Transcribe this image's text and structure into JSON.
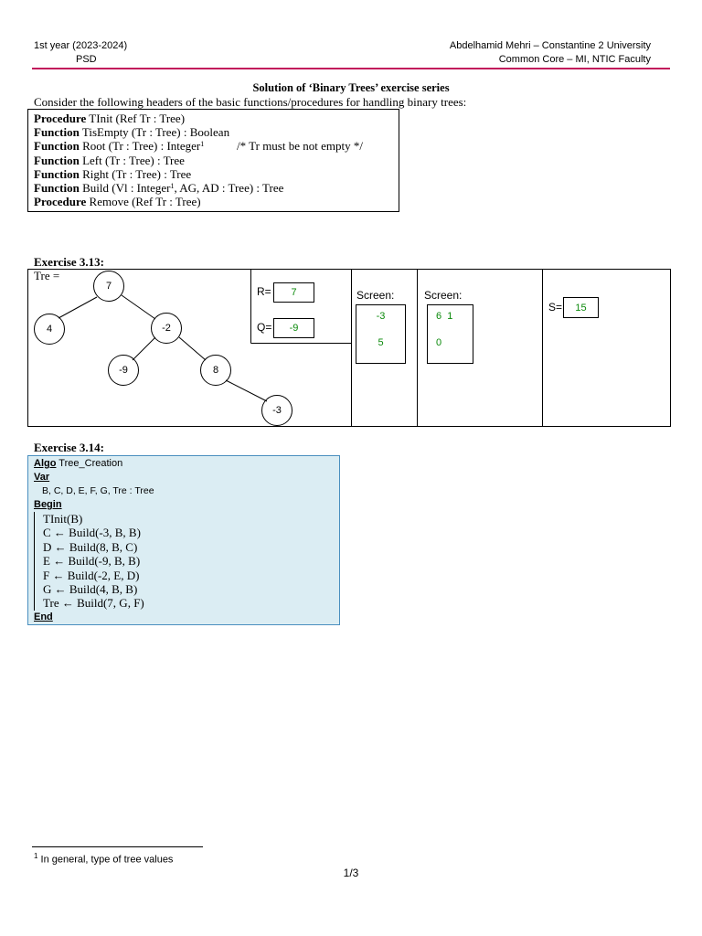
{
  "header": {
    "left_line1": "1st year (2023-2024)",
    "left_line2": "PSD",
    "right_line1": "Abdelhamid Mehri – Constantine 2 University",
    "right_line2": "Common Core – MI, NTIC Faculty"
  },
  "title": "Solution of ‘Binary Trees’ exercise series",
  "intro": "Consider the following headers of the basic functions/procedures for handling binary trees:",
  "headers": [
    {
      "kw": "Procedure",
      "text": " TInit (Ref Tr : Tree)",
      "sup": "",
      "after": ""
    },
    {
      "kw": "Function",
      "text": " TisEmpty (Tr : Tree) : Boolean",
      "sup": "",
      "after": ""
    },
    {
      "kw": "Function",
      "text": " Root (Tr : Tree) : Integer",
      "sup": "1",
      "after": "           /* Tr must be not empty */"
    },
    {
      "kw": "Function",
      "text": " Left (Tr : Tree) : Tree",
      "sup": "",
      "after": ""
    },
    {
      "kw": "Function",
      "text": " Right (Tr : Tree) : Tree",
      "sup": "",
      "after": ""
    },
    {
      "kw": "Function",
      "text": " Build (Vl : Integer",
      "sup": "1",
      "after": ", AG, AD : Tree) : Tree"
    },
    {
      "kw": "Procedure",
      "text": " Remove (Ref Tr : Tree)",
      "sup": "",
      "after": ""
    }
  ],
  "ex313": {
    "title": "Exercise 3.13:",
    "tree_label": "Tre =",
    "nodes": [
      "7",
      "4",
      "-2",
      "-9",
      "8",
      "-3"
    ],
    "r_label": "R=",
    "r_value": "7",
    "q_label": "Q=",
    "q_value": "-9",
    "screen1_label": "Screen:",
    "screen1_lines": [
      "-3",
      "5"
    ],
    "screen2_label": "Screen:",
    "screen2_lines": [
      "6  1",
      "0"
    ],
    "s_label": "S=",
    "s_value": "15"
  },
  "ex314": {
    "title": "Exercise 3.14:",
    "algo_kw": "Algo",
    "algo_name": " Tree_Creation",
    "var_kw": "Var",
    "var_decl": "B, C, D, E, F, G, Tre : Tree",
    "begin_kw": "Begin",
    "statements": [
      "TInit(B)",
      "C ← Build(-3, B, B)",
      "D ← Build(8, B, C)",
      "E ← Build(-9, B, B)",
      "F ← Build(-2, E, D)",
      "G ← Build(4, B, B)",
      "Tre ← Build(7, G, F)"
    ],
    "end_kw": "End"
  },
  "footnote": {
    "sup": "1",
    "text": " In general, type of tree values"
  },
  "page_number": "1/3",
  "colors": {
    "rule": "#c2185b",
    "answer": "#0b8a0b",
    "algo_bg": "#dbedf3",
    "algo_border": "#4a8fbf"
  }
}
